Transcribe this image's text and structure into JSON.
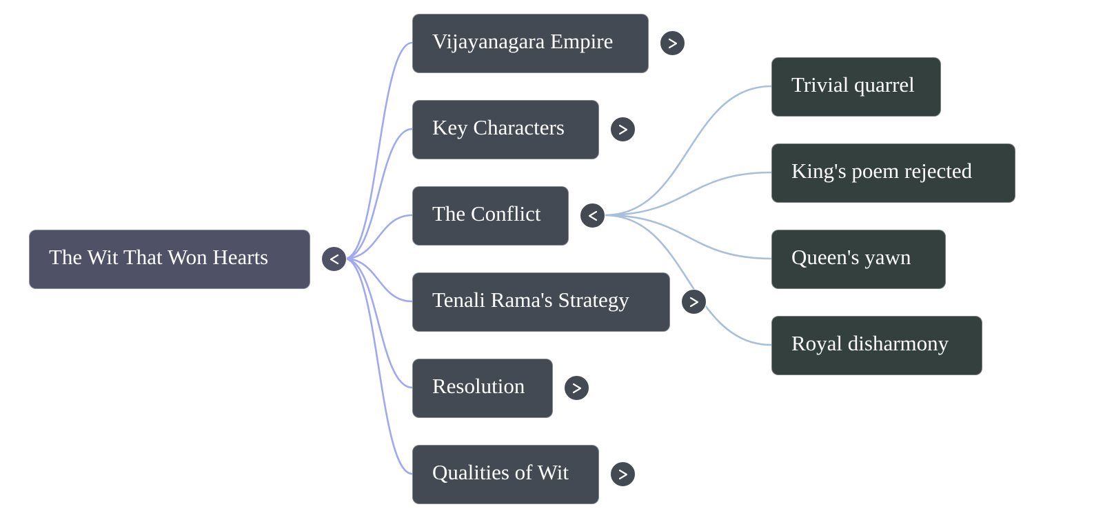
{
  "mindmap": {
    "root": {
      "label": "The Wit That Won Hearts",
      "toggle_state": "expanded",
      "toggle_icon": "chevron-left-icon"
    },
    "branches": [
      {
        "label": "Vijayanagara Empire",
        "toggle_state": "collapsed",
        "toggle_icon": "chevron-right-icon",
        "children": []
      },
      {
        "label": "Key Characters",
        "toggle_state": "collapsed",
        "toggle_icon": "chevron-right-icon",
        "children": []
      },
      {
        "label": "The Conflict",
        "toggle_state": "expanded",
        "toggle_icon": "chevron-left-icon",
        "children": [
          {
            "label": "Trivial quarrel"
          },
          {
            "label": "King's poem rejected"
          },
          {
            "label": "Queen's yawn"
          },
          {
            "label": "Royal disharmony"
          }
        ]
      },
      {
        "label": "Tenali Rama's Strategy",
        "toggle_state": "collapsed",
        "toggle_icon": "chevron-right-icon",
        "children": []
      },
      {
        "label": "Resolution",
        "toggle_state": "collapsed",
        "toggle_icon": "chevron-right-icon",
        "children": []
      },
      {
        "label": "Qualities of Wit",
        "toggle_state": "collapsed",
        "toggle_icon": "chevron-right-icon",
        "children": []
      }
    ]
  },
  "colors": {
    "root_node": "#4f5166",
    "branch_node": "#434a53",
    "leaf_node": "#33403d",
    "root_links": "#a0a8f0",
    "branch_links": "#a8bfdc",
    "text": "#ffffff",
    "background": "#ffffff"
  }
}
